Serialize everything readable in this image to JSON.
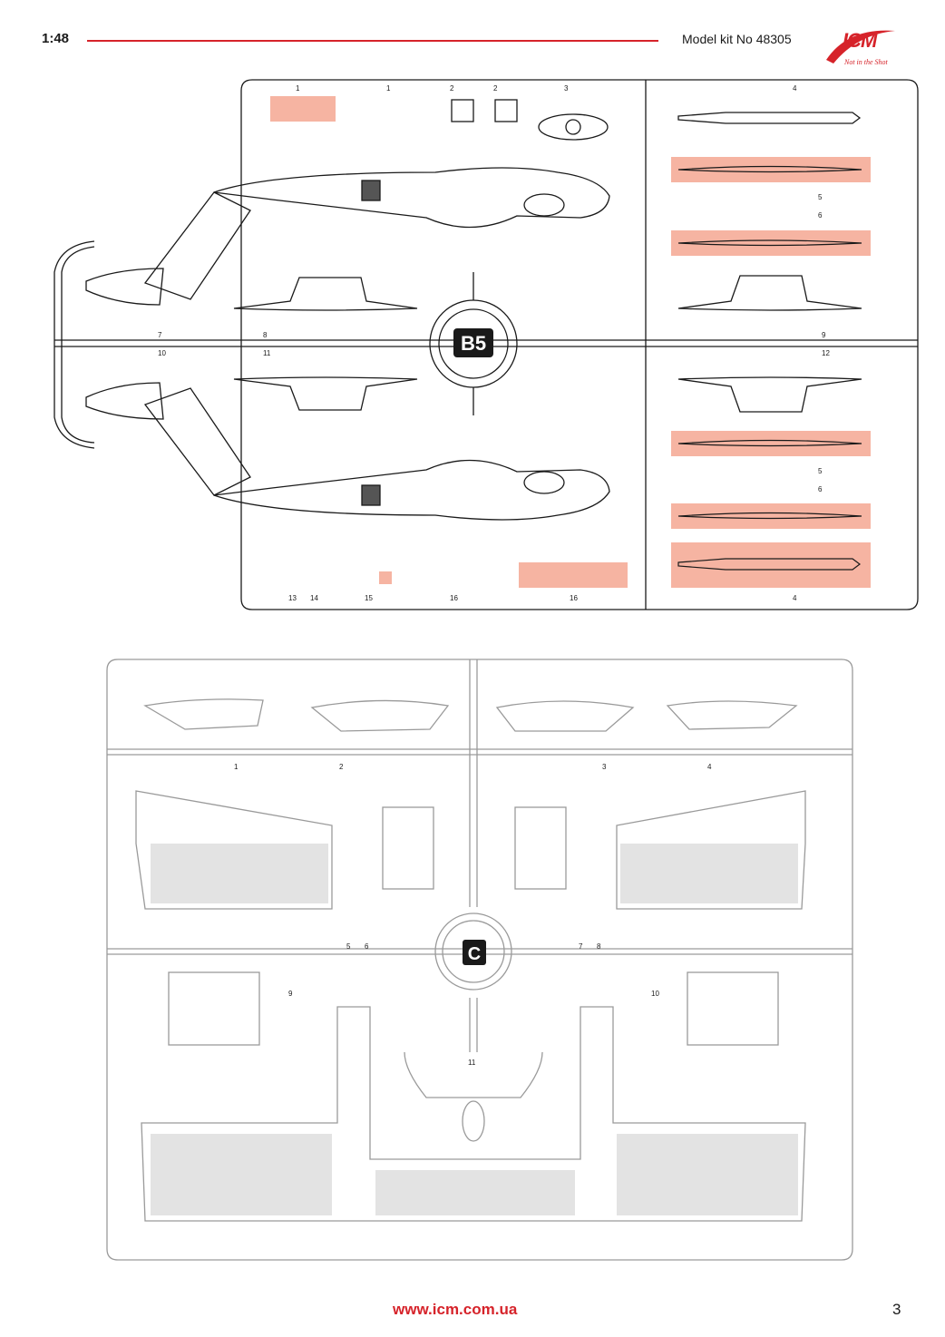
{
  "header": {
    "scale": "1:48",
    "kit_number": "Model kit No 48305",
    "logo_text": "ICM",
    "logo_tagline": "Not in the Shot"
  },
  "sprue_b5": {
    "label": "B5",
    "part_numbers": [
      "1",
      "1",
      "2",
      "2",
      "3",
      "4",
      "5",
      "6",
      "7",
      "8",
      "9",
      "10",
      "11",
      "12",
      "5",
      "6",
      "13",
      "14",
      "15",
      "16",
      "16",
      "4"
    ]
  },
  "sprue_c": {
    "label": "C",
    "part_numbers": [
      "1",
      "2",
      "3",
      "4",
      "5",
      "6",
      "7",
      "8",
      "9",
      "10",
      "11"
    ]
  },
  "footer": {
    "url": "www.icm.com.ua",
    "page_number": "3"
  },
  "colors": {
    "accent_red": "#d6232a",
    "highlight": "#f6b4a2",
    "line": "#1a1a1a",
    "sprue_line": "#9a9a9a"
  }
}
